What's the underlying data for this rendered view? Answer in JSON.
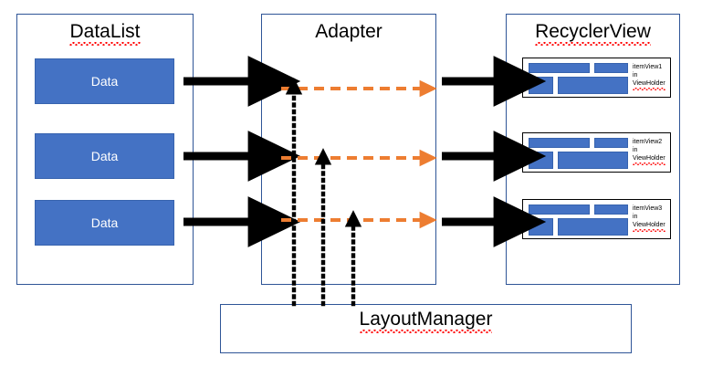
{
  "diagram": {
    "title_datalist": "DataList",
    "title_adapter": "Adapter",
    "title_recyclerview": "RecyclerView",
    "title_layoutmanager": "LayoutManager"
  },
  "datalist": {
    "items": [
      {
        "label": "Data"
      },
      {
        "label": "Data"
      },
      {
        "label": "Data"
      }
    ]
  },
  "recyclerview": {
    "items": [
      {
        "name": "itemView1",
        "connector": "in",
        "holder": "ViewHolder"
      },
      {
        "name": "itemView2",
        "connector": "in",
        "holder": "ViewHolder"
      },
      {
        "name": "itemView3",
        "connector": "in",
        "holder": "ViewHolder"
      }
    ]
  },
  "colors": {
    "panel_border": "#2F5597",
    "block_blue": "#4472C4",
    "block_blue_border": "#3763AE",
    "solid_arrow": "#000000",
    "dashed_arrow": "#ED7D31",
    "dotted_arrow": "#000000",
    "spellcheck": "#FF0000",
    "background": "#FFFFFF"
  }
}
